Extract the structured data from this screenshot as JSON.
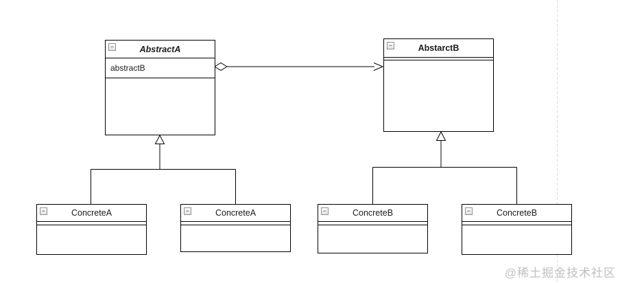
{
  "colors": {
    "line": "#000000",
    "box_fill": "#ffffff",
    "page_guide": "#d9d9d9",
    "watermark_text": "#c0c0c0"
  },
  "icons": {
    "collapse_glyph": "−"
  },
  "diagram": {
    "classes": [
      {
        "title": "AbstractA",
        "abstract": true,
        "attributes": [
          "abstractB"
        ]
      },
      {
        "title": "AbstarctB",
        "abstract": false,
        "attributes": []
      },
      {
        "title": "ConcreteA",
        "abstract": false,
        "attributes": []
      },
      {
        "title": "ConcreteA",
        "abstract": false,
        "attributes": []
      },
      {
        "title": "ConcreteB",
        "abstract": false,
        "attributes": []
      },
      {
        "title": "ConcreteB",
        "abstract": false,
        "attributes": []
      }
    ],
    "relationships": [
      {
        "type": "aggregation-association",
        "from": "AbstractA",
        "to": "AbstarctB"
      },
      {
        "type": "generalization",
        "from": "ConcreteA",
        "to": "AbstractA"
      },
      {
        "type": "generalization",
        "from": "ConcreteA",
        "to": "AbstractA"
      },
      {
        "type": "generalization",
        "from": "ConcreteB",
        "to": "AbstarctB"
      },
      {
        "type": "generalization",
        "from": "ConcreteB",
        "to": "AbstarctB"
      }
    ]
  },
  "watermark": {
    "text": "@稀土掘金技术社区"
  }
}
